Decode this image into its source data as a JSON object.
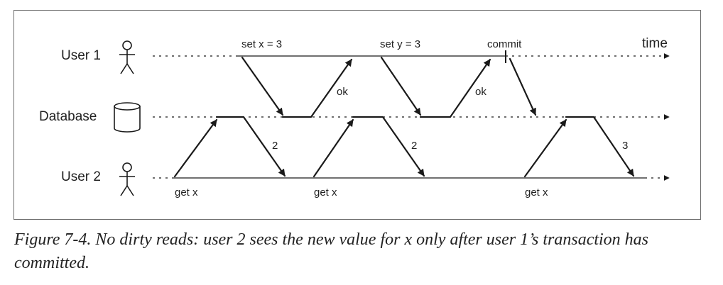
{
  "rows": {
    "user1": "User 1",
    "database": "Database",
    "user2": "User 2"
  },
  "axis": {
    "time_label": "time"
  },
  "operations": {
    "set_x": "set x = 3",
    "set_y": "set y = 3",
    "commit": "commit",
    "ok1": "ok",
    "ok2": "ok",
    "get1": "get x",
    "get2": "get x",
    "get3": "get x",
    "val1": "2",
    "val2": "2",
    "val3": "3"
  },
  "icons": {
    "user1": "person-icon",
    "database": "database-cylinder-icon",
    "user2": "person-icon"
  },
  "caption": {
    "text": "Figure 7-4. No dirty reads: user 2 sees the new value for x only after user 1’s transaction has committed."
  }
}
